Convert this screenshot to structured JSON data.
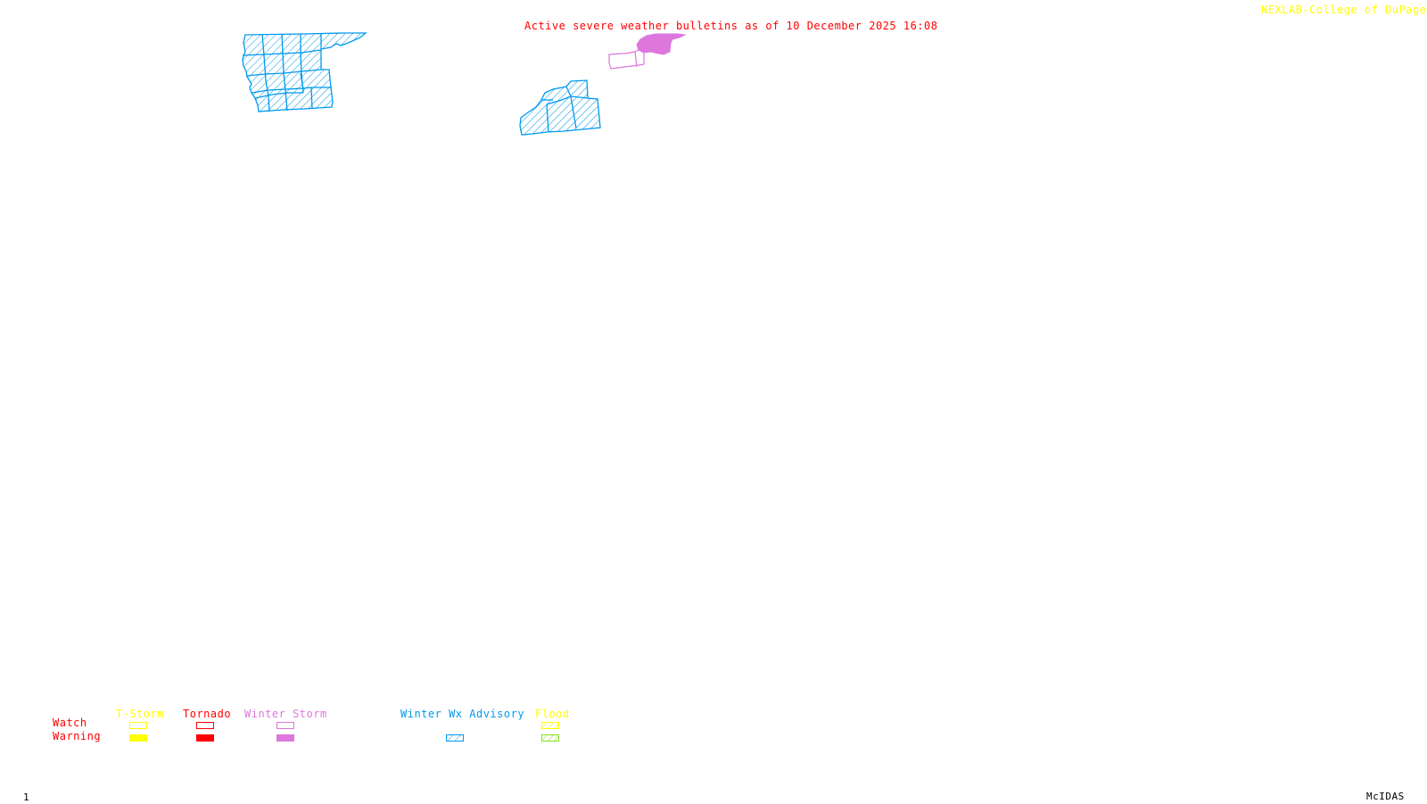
{
  "header": {
    "title": "Active severe weather bulletins as of 10 December 2025 16:08",
    "credit": "NEXLAB-College of DuPage",
    "credit_icon": "diagonal-arrow-icon"
  },
  "footer": {
    "frame_number": "1",
    "software": "McIDAS"
  },
  "colors": {
    "title": "#ff0000",
    "credit": "#ffff00",
    "tstorm": "#ffff00",
    "tornado": "#ff0000",
    "winter_storm": "#dd77dd",
    "winter_wx_advisory": "#0099ee",
    "flood_watch": "#ffff00",
    "flood_warning": "#88dd22"
  },
  "map": {
    "areas": [
      {
        "name": "winter-wx-advisory-area-west",
        "type": "Winter Wx Advisory",
        "style": "hatched"
      },
      {
        "name": "winter-wx-advisory-area-central",
        "type": "Winter Wx Advisory",
        "style": "hatched"
      },
      {
        "name": "winter-storm-warning-area",
        "type": "Winter Storm Warning",
        "style": "filled"
      },
      {
        "name": "winter-storm-watch-area",
        "type": "Winter Storm Watch",
        "style": "outline"
      }
    ]
  },
  "legend": {
    "row_labels": {
      "watch": "Watch",
      "warning": "Warning"
    },
    "columns": [
      {
        "label": "T-Storm",
        "watch": "outline",
        "warning": "filled"
      },
      {
        "label": "Tornado",
        "watch": "outline",
        "warning": "filled"
      },
      {
        "label": "Winter Storm",
        "watch": "outline",
        "warning": "filled"
      },
      {
        "label": "Winter Wx Advisory",
        "watch": "none",
        "warning": "hatched"
      },
      {
        "label": "Flood",
        "watch": "hatched",
        "warning": "hatched"
      }
    ]
  }
}
